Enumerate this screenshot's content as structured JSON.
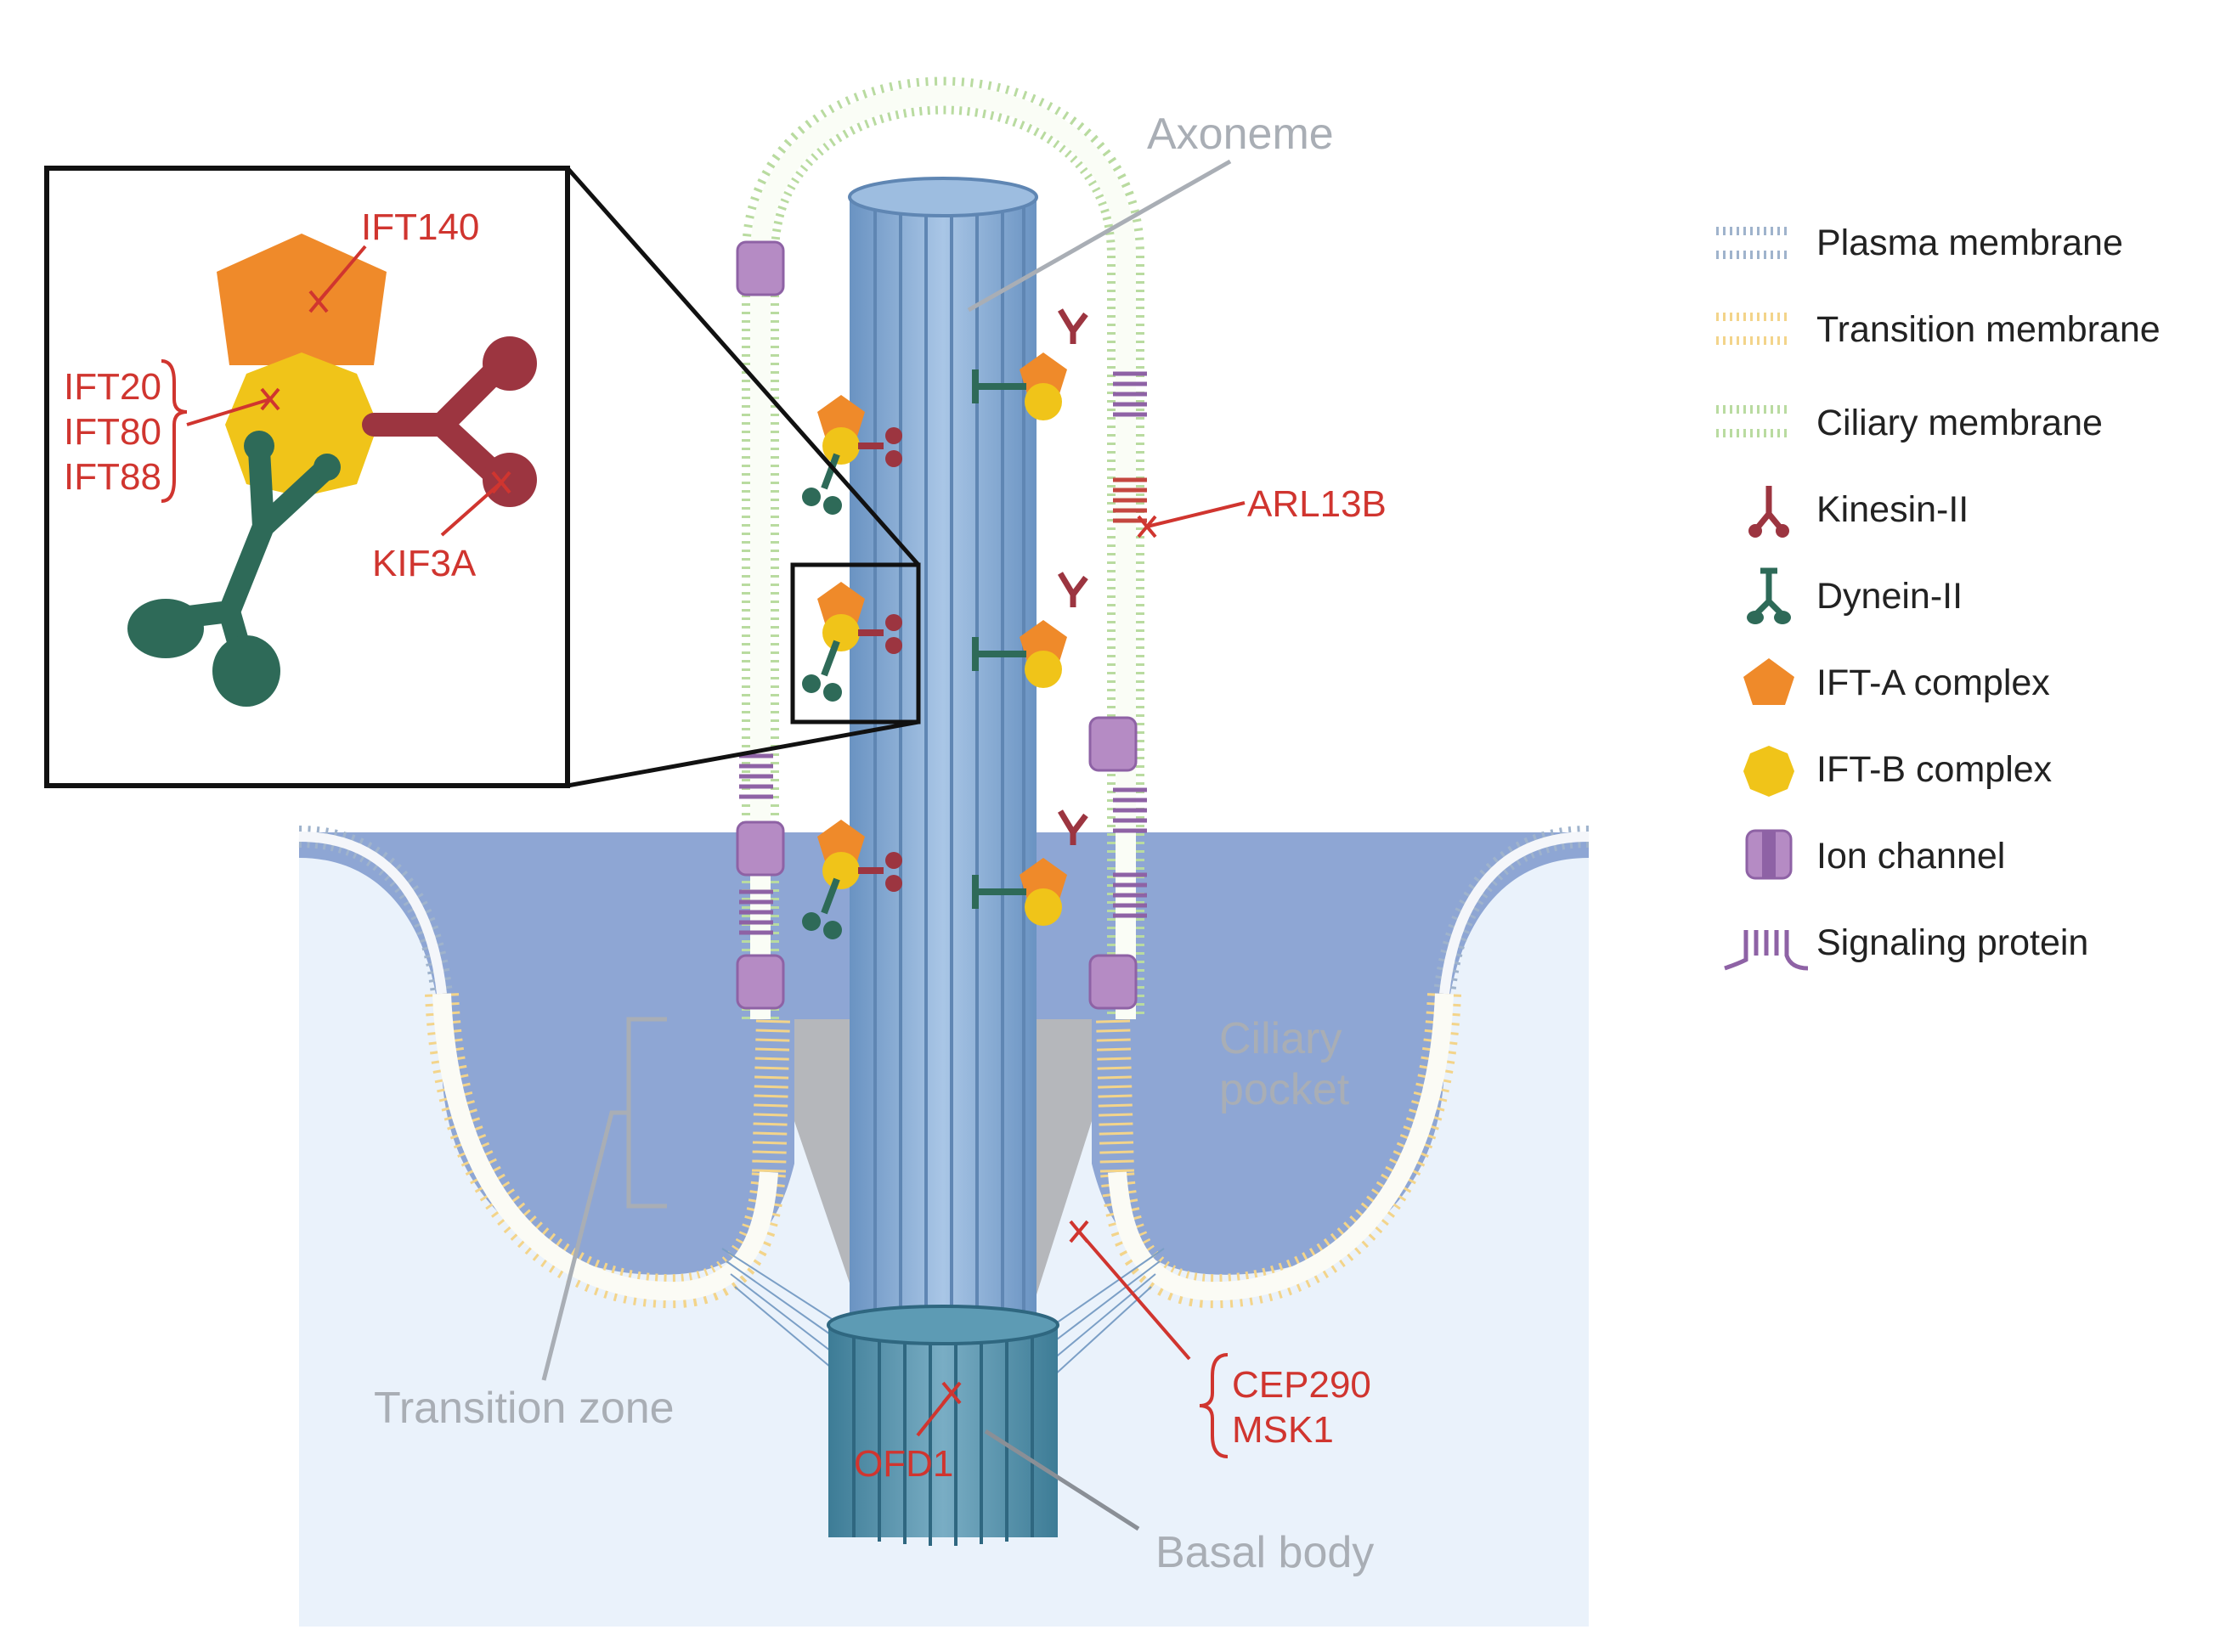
{
  "labels": {
    "axoneme": "Axoneme",
    "ciliary_pocket_line1": "Ciliary",
    "ciliary_pocket_line2": "pocket",
    "transition_zone": "Transition zone",
    "basal_body": "Basal body"
  },
  "gene_labels": {
    "ift140": "IFT140",
    "ift20": "IFT20",
    "ift80": "IFT80",
    "ift88": "IFT88",
    "kif3a": "KIF3A",
    "arl13b": "ARL13B",
    "cep290": "CEP290",
    "msk1": "MSK1",
    "ofd1": "OFD1"
  },
  "legend": [
    {
      "icon": "plasma-membrane-icon",
      "label": "Plasma membrane"
    },
    {
      "icon": "transition-membrane-icon",
      "label": "Transition membrane"
    },
    {
      "icon": "ciliary-membrane-icon",
      "label": "Ciliary membrane"
    },
    {
      "icon": "kinesin-ii-icon",
      "label": "Kinesin-II"
    },
    {
      "icon": "dynein-ii-icon",
      "label": "Dynein-II"
    },
    {
      "icon": "ift-a-complex-icon",
      "label": "IFT-A complex"
    },
    {
      "icon": "ift-b-complex-icon",
      "label": "IFT-B complex"
    },
    {
      "icon": "ion-channel-icon",
      "label": "Ion channel"
    },
    {
      "icon": "signaling-protein-icon",
      "label": "Signaling protein"
    }
  ],
  "colors": {
    "annotation_red": "#d0352f",
    "label_grey": "#a9aeb5",
    "axoneme_blue": "#7ea6d0",
    "basal_body_teal": "#4f8fa8",
    "pocket_blue": "#8ea6d4",
    "cytoplasm": "#eaf2fb",
    "transition_grey": "#b5b7bb",
    "ift_a_orange": "#ef8a2a",
    "ift_b_yellow": "#f0c419",
    "kinesin_red": "#9c3540",
    "dynein_green": "#2e6a58",
    "ion_channel_purple": "#b58bc4",
    "ciliary_membrane_green": "#b9dba0",
    "transition_membrane_yellow": "#f3d48a",
    "plasma_membrane_blue": "#9fb3cc"
  }
}
